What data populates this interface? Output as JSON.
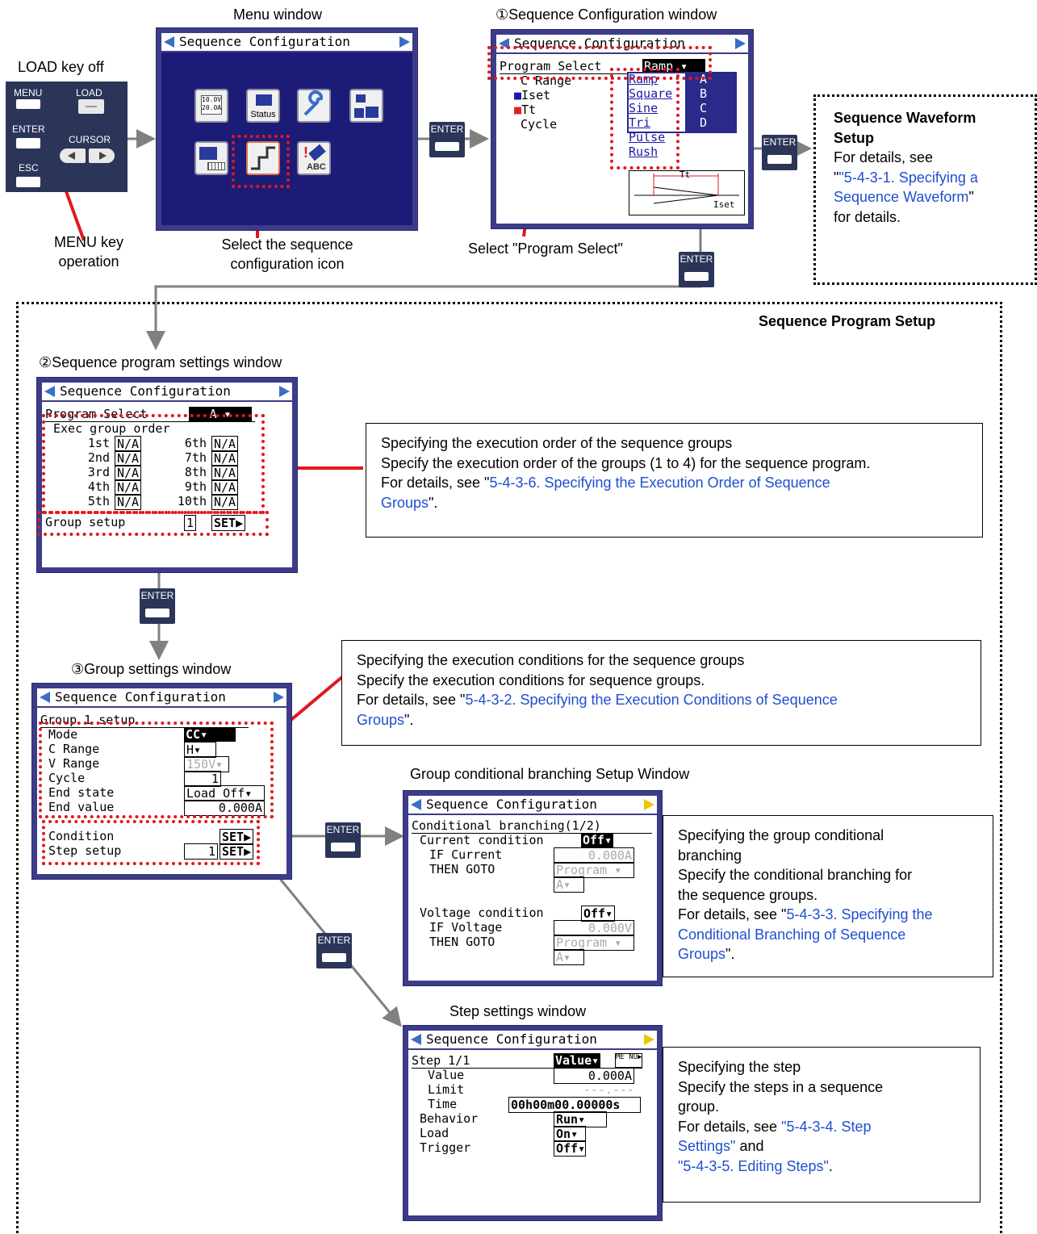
{
  "captions": {
    "menu_window": "Menu window",
    "seq_config_window": "①Sequence Configuration window",
    "load_key_off": "LOAD key off",
    "menu_key_op": [
      "MENU key",
      "operation"
    ],
    "select_icon": [
      "Select the sequence",
      "configuration icon"
    ],
    "select_program": "Select \"Program Select\"",
    "seq_program_settings_window": "②Sequence program settings window",
    "group_settings_window": "③Group settings window",
    "cond_branching_window": "Group conditional branching Setup Window",
    "step_settings_window": "Step settings window",
    "seq_program_setup": "Sequence Program Setup"
  },
  "keypad": {
    "menu": "MENU",
    "load": "LOAD",
    "enter": "ENTER",
    "cursor": "CURSOR",
    "esc": "ESC"
  },
  "enter_label": "ENTER",
  "window_title": "Sequence Configuration",
  "menu_icons": {
    "range_text": [
      "10.0V",
      "20.0A"
    ],
    "status": "Status"
  },
  "seq_window": {
    "program_select_label": "Program Select",
    "program_select_value": "Ramp",
    "rows": [
      "C Range",
      "Iset",
      "Tt",
      "Cycle"
    ],
    "waveforms": [
      "Ramp",
      "Square",
      "Sine",
      "Tri",
      "Pulse",
      "Rush"
    ],
    "letters": [
      "A",
      "B",
      "C",
      "D"
    ],
    "graph_tt": "Tt",
    "graph_iset": "Iset"
  },
  "waveform_setup": {
    "title": [
      "Sequence Waveform",
      "Setup"
    ],
    "line1": "For details, see",
    "link": "5-4-3-1. Specifying a Sequence Waveform",
    "link_lines": [
      "\"5-4-3-1. Specifying a",
      "Sequence Waveform\""
    ],
    "tail": "for details."
  },
  "program_window": {
    "program_select_label": "Program Select",
    "program_select_value": "A",
    "exec_group_order": "Exec group order",
    "left_orders": [
      "1st",
      "2nd",
      "3rd",
      "4th",
      "5th"
    ],
    "right_orders": [
      "6th",
      "7th",
      "8th",
      "9th",
      "10th"
    ],
    "na": "N/A",
    "group_setup": "Group setup",
    "group_num": "1",
    "set": "SET"
  },
  "desc_exec": {
    "l1": "Specifying the execution order of the sequence groups",
    "l2": "Specify the execution order of the groups (1 to 4) for the sequence program.",
    "l3a": "For details, see \"",
    "link1": "5-4-3-6. Specifying the Execution Order of Sequence",
    "link2": "Groups",
    "l4b": "\"."
  },
  "group_window": {
    "header": "Group 1 setup",
    "labels": [
      "Mode",
      "C Range",
      "V Range",
      "Cycle",
      "End state",
      "End value"
    ],
    "values": [
      "CC",
      "H",
      "150V",
      "1",
      "Load Off",
      "0.000A"
    ],
    "condition": "Condition",
    "step_setup": "Step setup",
    "step_num": "1",
    "set": "SET"
  },
  "desc_cond": {
    "l1": "Specifying the execution conditions for the sequence groups",
    "l2": "Specify the execution conditions for sequence groups.",
    "l3a": "For details, see \"",
    "link1": "5-4-3-2. Specifying the Execution Conditions of Sequence",
    "link2": "Groups",
    "l4b": "\"."
  },
  "branch_window": {
    "header": "Conditional branching(1/2)",
    "current_condition": "Current condition",
    "off": "Off",
    "if_current": "IF Current",
    "current_value": "0.000A",
    "then_goto": "THEN GOTO",
    "program": "Program",
    "a": "A",
    "voltage_condition": "Voltage condition",
    "if_voltage": "IF Voltage",
    "voltage_value": "0.000V"
  },
  "desc_branch": {
    "l1": "Specifying the group conditional",
    "l2": "branching",
    "l3": "Specify the conditional branching for",
    "l4": "the sequence groups.",
    "l5a": "For details, see \"",
    "link1": "5-4-3-3. Specifying the",
    "link2": "Conditional Branching of Sequence",
    "link3": "Groups",
    "l7b": "\"."
  },
  "step_window": {
    "header": "Step 1/1",
    "mode": "Value",
    "menu_mini": "ME NU",
    "labels": [
      "Value",
      "Limit",
      "Time",
      "Behavior",
      "Load",
      "Trigger"
    ],
    "values": [
      "0.000A",
      "---.---",
      "00h00m00.00000s",
      "Run",
      "On",
      "Off"
    ]
  },
  "desc_step": {
    "l1": "Specifying the step",
    "l2": "Specify the steps in a sequence",
    "l3": "group.",
    "l4a": "For details, see ",
    "link1": "\"5-4-3-4. Step",
    "link2": "Settings\"",
    "l5b": " and",
    "link3": "\"5-4-3-5. Editing Steps\"",
    "l6b": "."
  },
  "colors": {
    "window_frame": "#3c3c8a",
    "highlight_red": "#e0181e",
    "arrow_gray": "#808080",
    "link_blue": "#1f4fd0",
    "menu_bg": "#1c1c78"
  }
}
